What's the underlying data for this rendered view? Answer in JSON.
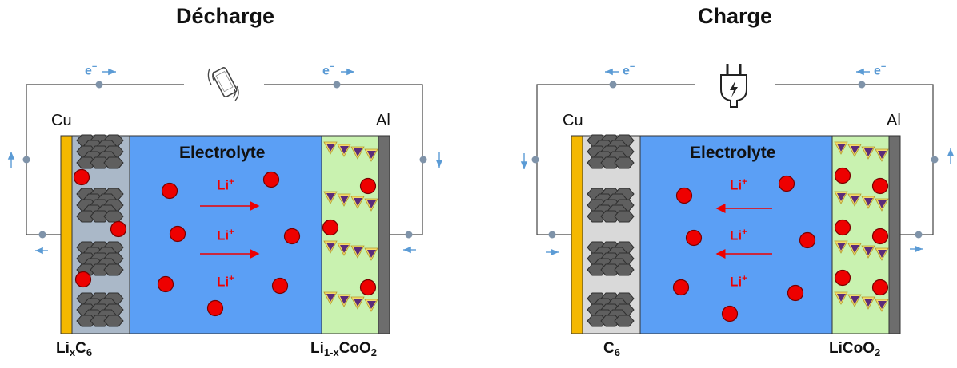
{
  "titles": {
    "left": "Décharge",
    "right": "Charge"
  },
  "labels": {
    "cu": "Cu",
    "al": "Al",
    "electrolyte": "Electrolyte",
    "li": "Li",
    "li_charge": "+",
    "e": "e",
    "e_charge": "−"
  },
  "materials": {
    "left_anode": {
      "base": "Li",
      "sub1": "x",
      "mid": "C",
      "sub2": "6",
      "tail": "",
      "sub3": ""
    },
    "left_cathode": {
      "base": "Li",
      "sub1": "1-x",
      "mid": "CoO",
      "sub2": "2",
      "tail": "",
      "sub3": ""
    },
    "right_anode": {
      "base": "C",
      "sub1": "6",
      "mid": "",
      "sub2": "",
      "tail": "",
      "sub3": ""
    },
    "right_cathode": {
      "base": "LiCoO",
      "sub1": "2",
      "mid": "",
      "sub2": "",
      "tail": "",
      "sub3": ""
    }
  },
  "icons": {
    "device_left": "smartphone-icon",
    "device_right": "power-plug-icon"
  },
  "colors": {
    "electrolyte": "#5b9ff5",
    "anode_left": "#aab8c8",
    "anode_right": "#d9d9d9",
    "cathode": "#c9f2b0",
    "copper": "#f5b800",
    "aluminum": "#6d6d6d",
    "ion": "#ee0000",
    "wire_point": "#7f93a9",
    "arrow_blue": "#5b9bd5"
  }
}
